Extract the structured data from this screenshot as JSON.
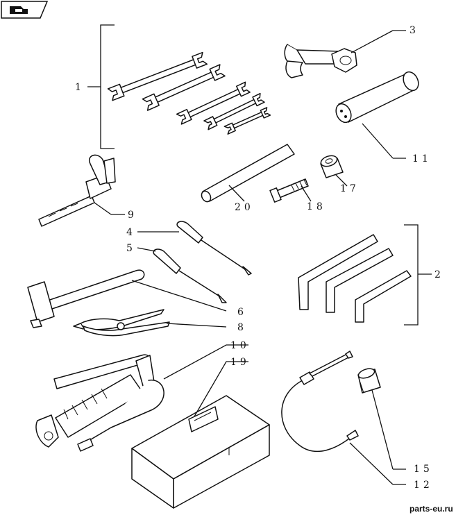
{
  "watermark": "parts-eu.ru",
  "nav_icon": "book-return-icon",
  "callouts": [
    {
      "id": "c1",
      "text": "1"
    },
    {
      "id": "c2",
      "text": "2"
    },
    {
      "id": "c3",
      "text": "3"
    },
    {
      "id": "c4",
      "text": "4"
    },
    {
      "id": "c5",
      "text": "5"
    },
    {
      "id": "c6",
      "text": "6"
    },
    {
      "id": "c8",
      "text": "8"
    },
    {
      "id": "c9",
      "text": "9"
    },
    {
      "id": "c10",
      "text": "10"
    },
    {
      "id": "c11",
      "text": "11"
    },
    {
      "id": "c12",
      "text": "12"
    },
    {
      "id": "c15",
      "text": "15"
    },
    {
      "id": "c17",
      "text": "17"
    },
    {
      "id": "c18",
      "text": "18"
    },
    {
      "id": "c19",
      "text": "19"
    },
    {
      "id": "c20",
      "text": "20"
    }
  ]
}
